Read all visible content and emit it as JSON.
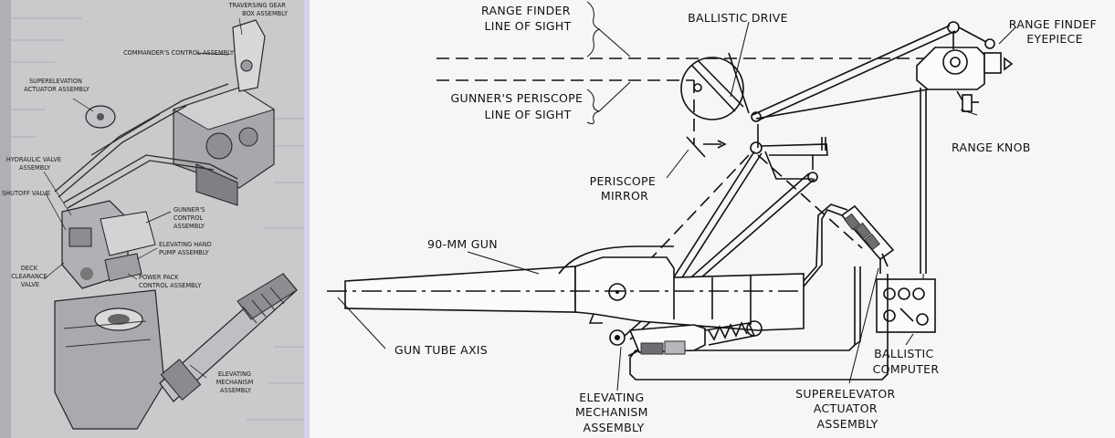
{
  "left_figure": {
    "labels": {
      "traversing_gear": [
        "TRAVERSING GEAR",
        "BOX ASSEMBLY"
      ],
      "commanders_control": [
        "COMMANDER'S CONTROL ASSEMBLY"
      ],
      "superelevation_actuator": [
        "SUPERELEVATION",
        "ACTUATOR ASSEMBLY"
      ],
      "hydraulic_valve": [
        "HYDRAULIC VALVE",
        "ASSEMBLY"
      ],
      "shutoff_valve": [
        "SHUTOFF VALVE"
      ],
      "gunners_control": [
        "GUNNER'S",
        "CONTROL",
        "ASSEMBLY"
      ],
      "elevating_hand_pump": [
        "ELEVATING HAND",
        "PUMP ASSEMBLY"
      ],
      "power_pack": [
        "POWER PACK",
        "CONTROL ASSEMBLY"
      ],
      "deck_clearance": [
        "DECK",
        "CLEARANCE",
        "VALVE"
      ],
      "elevating_mechanism": [
        "ELEVATING",
        "MECHANISM",
        "ASSEMBLY"
      ]
    }
  },
  "right_figure": {
    "labels": {
      "range_finder_los": [
        "RANGE FINDER",
        "LINE OF SIGHT"
      ],
      "ballistic_drive": [
        "BALLISTIC DRIVE"
      ],
      "range_finder_eyepiece": [
        "RANGE FINDEF",
        "EYEPIECE"
      ],
      "gunners_periscope_los": [
        "GUNNER'S PERISCOPE",
        "LINE OF SIGHT"
      ],
      "range_knob": [
        "RANGE KNOB"
      ],
      "periscope_mirror": [
        "PERISCOPE",
        "MIRROR"
      ],
      "gun_90mm": [
        "90-MM GUN"
      ],
      "gun_tube_axis": [
        "GUN TUBE AXIS"
      ],
      "ballistic_computer": [
        "BALLISTIC",
        "COMPUTER"
      ],
      "elevating_mechanism": [
        "ELEVATING",
        "MECHANISM",
        "ASSEMBLY"
      ],
      "superelevator_actuator": [
        "SUPERELEVATOR",
        "ACTUATOR",
        "ASSEMBLY"
      ]
    }
  }
}
